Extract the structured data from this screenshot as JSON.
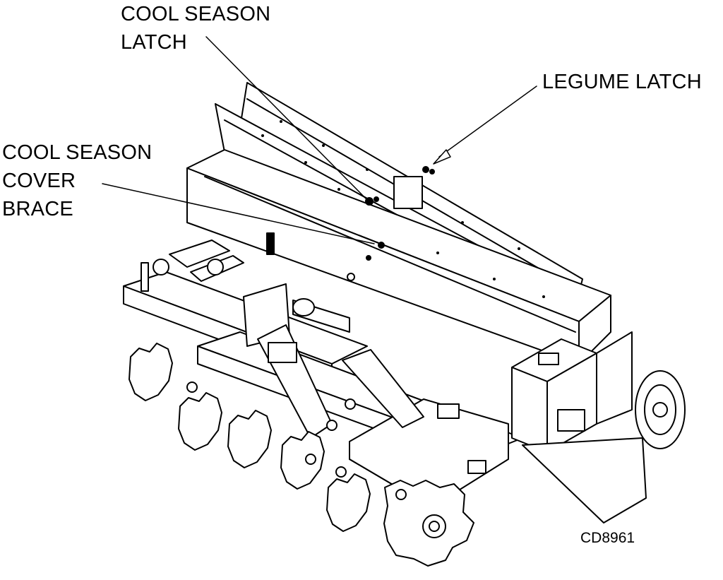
{
  "callouts": {
    "cool_season_latch": [
      "COOL SEASON",
      "LATCH"
    ],
    "legume_latch": "LEGUME LATCH",
    "cool_season_cover_brace": [
      "COOL SEASON",
      "COVER",
      "BRACE"
    ]
  },
  "figure_id": "CD8961",
  "colors": {
    "ink": "#000000",
    "paper": "#ffffff"
  }
}
